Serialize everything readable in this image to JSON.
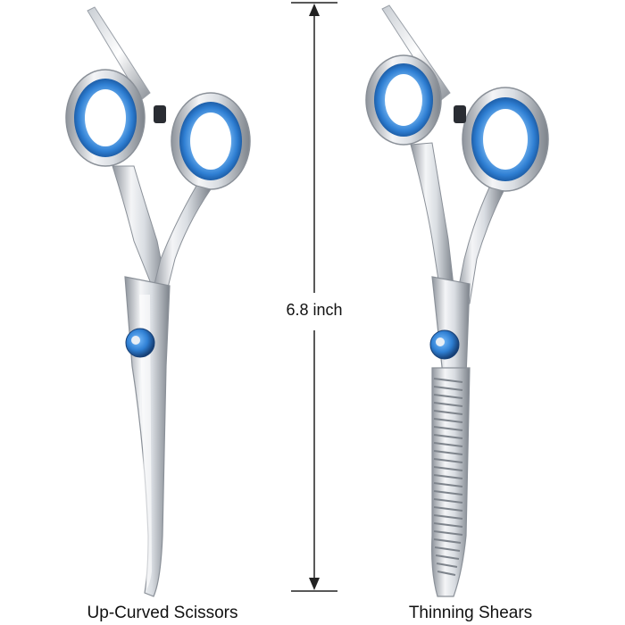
{
  "products": [
    {
      "caption": "Up-Curved Scissors",
      "icon": "up-curved-scissors-icon"
    },
    {
      "caption": "Thinning Shears",
      "icon": "thinning-shears-icon"
    }
  ],
  "dimension": {
    "label": "6.8 inch"
  },
  "colors": {
    "background": "#ffffff",
    "ring_blue": "#2f7fd3",
    "ring_blue_light": "#6fb0ee",
    "steel_light": "#f4f5f7",
    "steel_dark": "#8e949c",
    "text": "#111111"
  }
}
